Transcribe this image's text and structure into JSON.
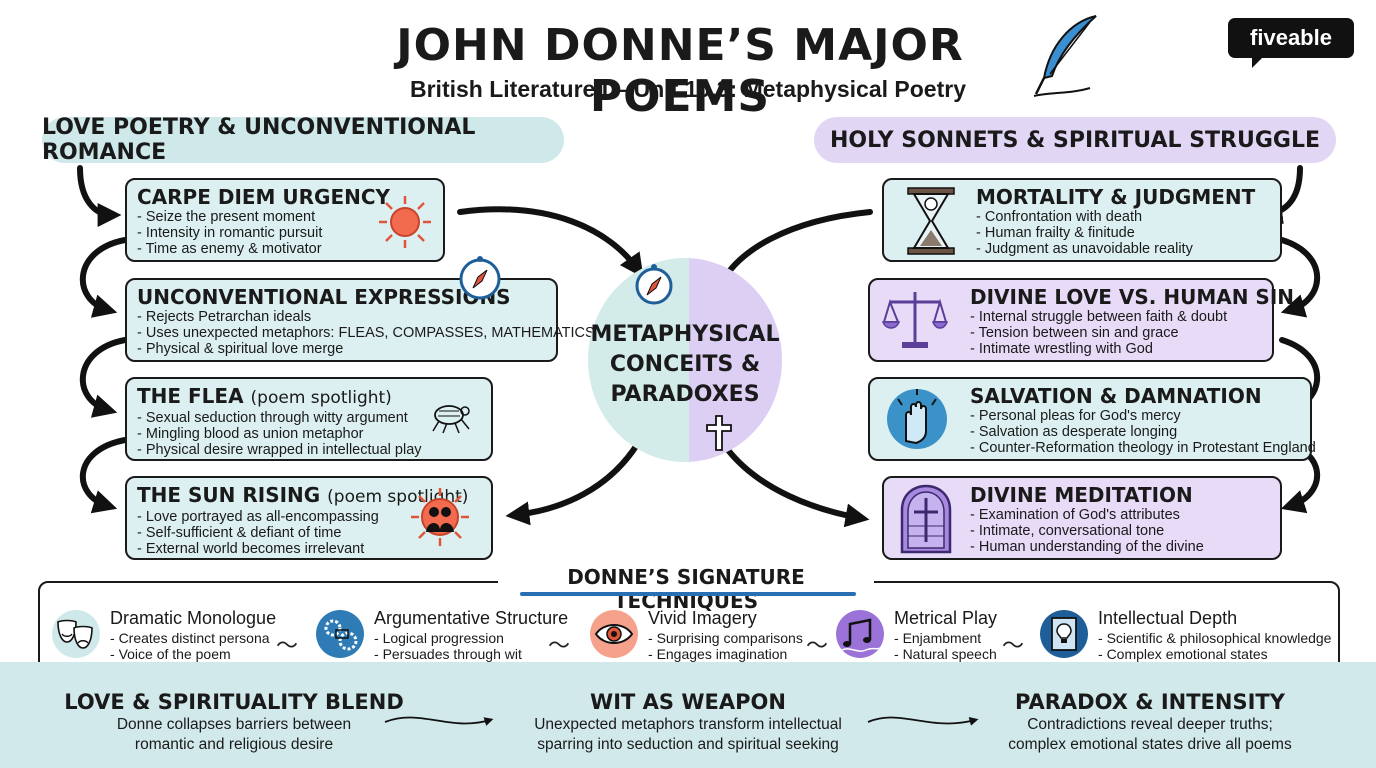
{
  "header": {
    "title": "JOHN DONNE’S MAJOR POEMS",
    "subtitle": "British Literature I – Unit 10.3: Metaphysical Poetry",
    "logo": "fiveable"
  },
  "left": {
    "banner": "LOVE POETRY & UNCONVENTIONAL ROMANCE",
    "cards": [
      {
        "title": "CARPE DIEM URGENCY",
        "points": [
          "Seize the present moment",
          "Intensity in romantic pursuit",
          "Time as enemy & motivator"
        ]
      },
      {
        "title": "UNCONVENTIONAL EXPRESSIONS",
        "points": [
          "Rejects Petrarchan ideals",
          "Uses unexpected metaphors: FLEAS, COMPASSES, MATHEMATICS",
          "Physical & spiritual love merge"
        ]
      },
      {
        "title": "THE FLEA",
        "tag": "(poem spotlight)",
        "points": [
          "Sexual seduction through witty argument",
          "Mingling blood as union metaphor",
          "Physical desire wrapped in intellectual play"
        ]
      },
      {
        "title": "THE SUN RISING",
        "tag": "(poem spotlight)",
        "points": [
          "Love portrayed as all-encompassing",
          "Self-sufficient & defiant of time",
          "External world becomes irrelevant"
        ]
      }
    ]
  },
  "right": {
    "banner": "HOLY SONNETS & SPIRITUAL STRUGGLE",
    "cards": [
      {
        "title": "MORTALITY & JUDGMENT",
        "points": [
          "Confrontation with death",
          "Human frailty & finitude",
          "Judgment as unavoidable reality"
        ]
      },
      {
        "title": "DIVINE LOVE VS. HUMAN SIN",
        "points": [
          "Internal struggle between faith & doubt",
          "Tension between sin and grace",
          "Intimate wrestling with God"
        ]
      },
      {
        "title": "SALVATION & DAMNATION",
        "points": [
          "Personal pleas for God's mercy",
          "Salvation as desperate longing",
          "Counter-Reformation theology in Protestant England"
        ]
      },
      {
        "title": "DIVINE MEDITATION",
        "points": [
          "Examination of God's attributes",
          "Intimate, conversational tone",
          "Human understanding of the divine"
        ]
      }
    ]
  },
  "hub": {
    "line1": "METAPHYSICAL",
    "line2": "CONCEITS &",
    "line3": "PARADOXES"
  },
  "techniques": {
    "title": "DONNE’S SIGNATURE TECHNIQUES",
    "items": [
      {
        "name": "Dramatic Monologue",
        "points": [
          "Creates distinct persona",
          "Voice of the poem"
        ]
      },
      {
        "name": "Argumentative Structure",
        "points": [
          "Logical progression",
          "Persuades through wit"
        ]
      },
      {
        "name": "Vivid Imagery",
        "points": [
          "Surprising comparisons",
          "Engages imagination"
        ]
      },
      {
        "name": "Metrical Play",
        "points": [
          "Enjambment",
          "Natural speech"
        ]
      },
      {
        "name": "Intellectual Depth",
        "points": [
          "Scientific & philosophical knowledge",
          "Complex emotional states"
        ]
      }
    ]
  },
  "bottom": [
    {
      "title": "LOVE & SPIRITUALITY BLEND",
      "line1": "Donne collapses barriers between",
      "line2": "romantic and religious desire"
    },
    {
      "title": "WIT AS WEAPON",
      "line1": "Unexpected metaphors transform intellectual",
      "line2": "sparring into seduction and spiritual seeking"
    },
    {
      "title": "PARADOX & INTENSITY",
      "line1": "Contradictions reveal deeper truths;",
      "line2": "complex emotional states drive all poems"
    }
  ],
  "colors": {
    "teal": "#cfe9ea",
    "purple": "#e2d6f5",
    "accent_blue": "#2a6fb3",
    "sun": "#f26b4f"
  }
}
